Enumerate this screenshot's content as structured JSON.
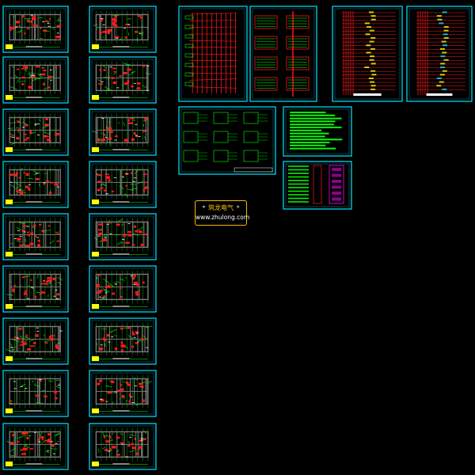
{
  "watermark": {
    "title": "筑龙电气",
    "star": "*",
    "url": "www.zhulong.com"
  },
  "colors": {
    "background": "#000000",
    "frame": "#00e5ff",
    "drawing": "#00ff00",
    "accent": "#ff1a1a",
    "dim": "#7a7a7a",
    "white": "#ffffff",
    "titleblock": "#ffff00",
    "magenta": "#ff00ff",
    "badge": "#f5b800"
  },
  "sheets": {
    "floor_plans_col1": 9,
    "floor_plans_col2": 9,
    "riser_diagrams": 4,
    "schedules": 3
  }
}
